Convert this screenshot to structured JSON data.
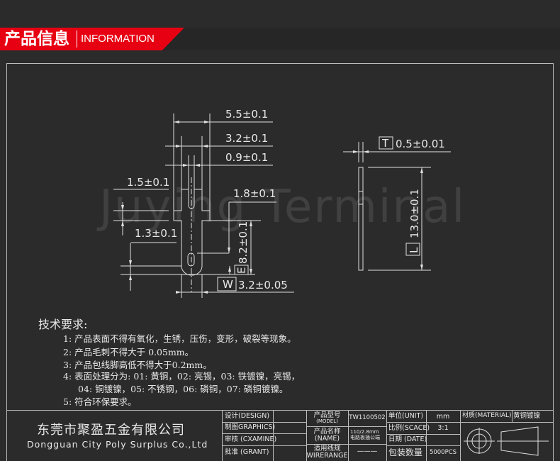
{
  "banner": {
    "title_cn": "产品信息",
    "title_en": "INFORMATION",
    "accent": "#e60012"
  },
  "watermark": "Juying Terminal",
  "drawing": {
    "dims": {
      "d1": "5.5±0.1",
      "d2": "3.2±0.1",
      "d3": "0.9±0.1",
      "d4": "1.5±0.1",
      "d5": "1.8±0.1",
      "d6": "1.3±0.1",
      "d7": "8.2±0.1",
      "d7_tag": "E",
      "d8": "3.2±0.05",
      "d8_tag": "W",
      "t": "0.5±0.01",
      "t_tag": "T",
      "l": "13.0±0.1",
      "l_tag": "L"
    }
  },
  "requirements": {
    "title": "技术要求:",
    "items": [
      "1: 产品表面不得有氧化，生锈，压伤，变形，破裂等现象。",
      "2: 产品毛刺不得大于 0.05mm。",
      "3: 产品包线脚高低不得大于0.2mm。",
      "4: 表面处理分为: 01: 黄铜，02: 亮锡，03: 铁镀镍，亮锡，",
      "04: 铜镀镍，05: 不锈钢，06: 磷铜，07: 磷铜镀镍。",
      "5: 符合环保要求。"
    ]
  },
  "company": {
    "name_cn": "东莞市聚盈五金有限公司",
    "name_en": "Dongguan City Poly Surplus Co.,Ltd"
  },
  "title_block": {
    "design": "设计(DESIGN)",
    "graphics": "制图GRAPHICS)",
    "examine": "审核 (CXAMINE)",
    "grant": "批准 (GRANT)",
    "model_label": "产品型号",
    "model_label_en": "(MODEL)",
    "model": "TW1100502",
    "name_label": "产品名称",
    "name_label_en": "(NAME)",
    "name_value1": "110/2.8mm",
    "name_value2": "电路板插公端",
    "wire_label": "适用线规",
    "wire_label_en": "(WIRERANGE)",
    "wire_value": "———",
    "unit_label": "单位(UNIT)",
    "unit": "mm",
    "scale_label": "比例(SCACE)",
    "scale": "3:1",
    "date_label": "日期 (DATE)",
    "date": "",
    "pack_label": "包装数量",
    "pack": "5000PCS",
    "material_label": "材质(MATERIAL)",
    "material": "黄铜镀镍"
  }
}
